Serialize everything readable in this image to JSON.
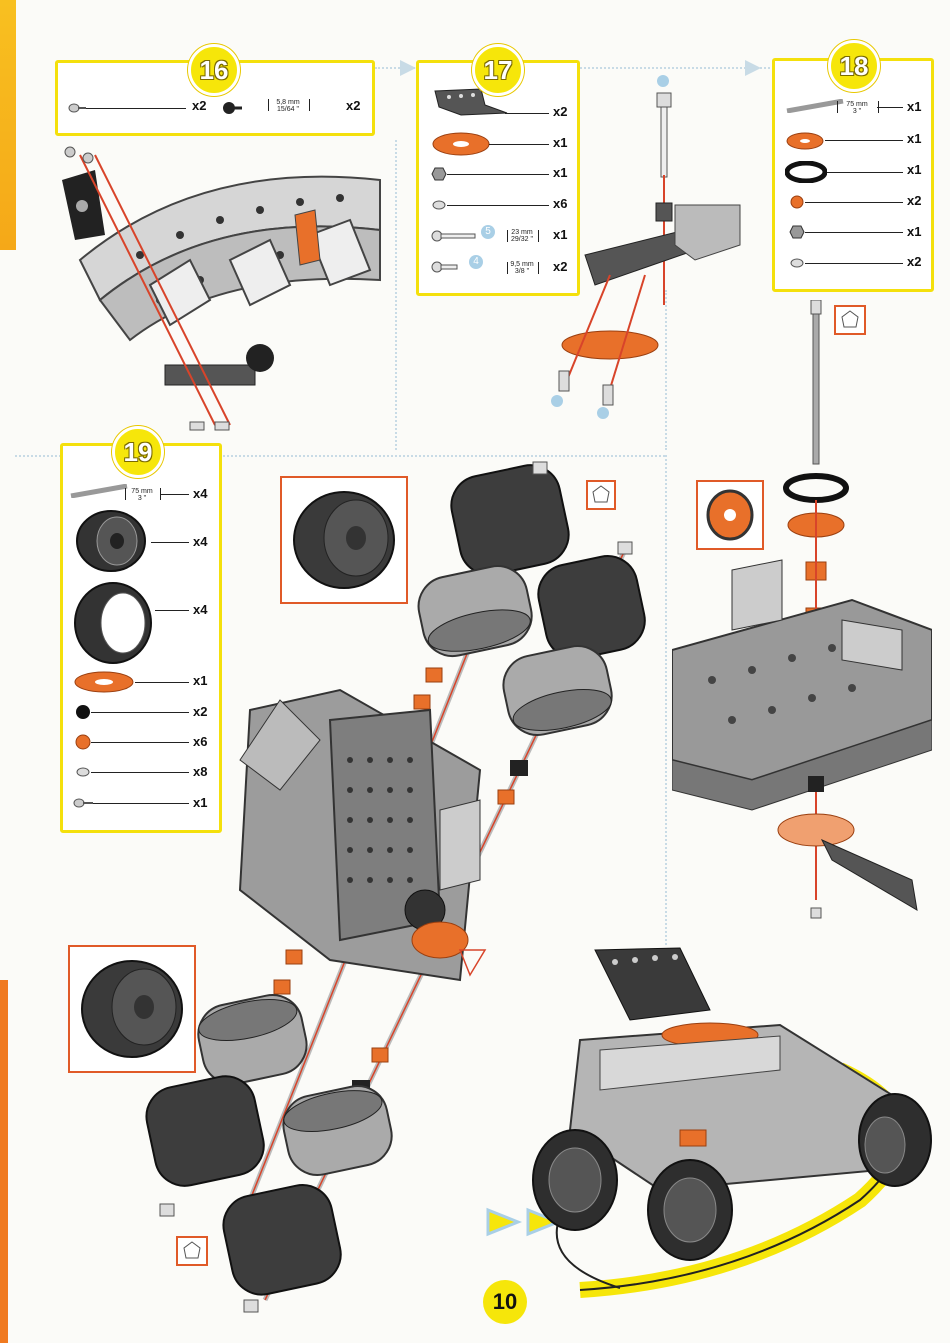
{
  "page": {
    "number": "10"
  },
  "steps": [
    {
      "id": "step-16",
      "badge": "16",
      "parts": [
        {
          "icon": "screw-icon",
          "qty": "x2"
        },
        {
          "icon": "bolt-icon",
          "dim": "5,8 mm",
          "dim_sub": "15/64 \"",
          "qty": "x2"
        }
      ]
    },
    {
      "id": "step-17",
      "badge": "17",
      "parts": [
        {
          "icon": "bent-plate-icon",
          "qty": "x2"
        },
        {
          "icon": "orange-pulley-icon",
          "qty": "x1"
        },
        {
          "icon": "nut-icon",
          "qty": "x1"
        },
        {
          "icon": "washer-icon",
          "qty": "x6"
        },
        {
          "icon": "screw-icon",
          "dim": "23 mm",
          "dim_sub": "29/32 \"",
          "callout": "5",
          "qty": "x1"
        },
        {
          "icon": "short-screw-icon",
          "dim": "9,5 mm",
          "dim_sub": "3/8 \"",
          "callout": "4",
          "qty": "x2"
        }
      ]
    },
    {
      "id": "step-18",
      "badge": "18",
      "parts": [
        {
          "icon": "axle-rod-icon",
          "dim": "75 mm",
          "dim_sub": "3 \"",
          "qty": "x1"
        },
        {
          "icon": "orange-pulley-icon",
          "qty": "x1"
        },
        {
          "icon": "rubber-ring-icon",
          "qty": "x1"
        },
        {
          "icon": "orange-collar-icon",
          "qty": "x2"
        },
        {
          "icon": "nut-icon",
          "qty": "x1"
        },
        {
          "icon": "washer-icon",
          "qty": "x2"
        }
      ]
    },
    {
      "id": "step-19",
      "badge": "19",
      "parts": [
        {
          "icon": "axle-rod-icon",
          "dim": "75 mm",
          "dim_sub": "3 \"",
          "qty": "x4"
        },
        {
          "icon": "wheel-hub-icon",
          "qty": "x4"
        },
        {
          "icon": "tire-icon",
          "qty": "x4"
        },
        {
          "icon": "orange-pulley-icon",
          "qty": "x1"
        },
        {
          "icon": "black-collar-icon",
          "qty": "x2"
        },
        {
          "icon": "orange-collar-icon",
          "qty": "x6"
        },
        {
          "icon": "washer-icon",
          "qty": "x8"
        },
        {
          "icon": "screw-icon",
          "qty": "x1"
        }
      ]
    }
  ],
  "callouts": {
    "screw_long": "5",
    "screw_short": "4"
  },
  "colors": {
    "step_border": "#f4e00c",
    "badge_fill": "#f6e60a",
    "accent_orange": "#e8702a",
    "red_line": "#d8442a",
    "dotted_guide": "#c8dbe6"
  }
}
